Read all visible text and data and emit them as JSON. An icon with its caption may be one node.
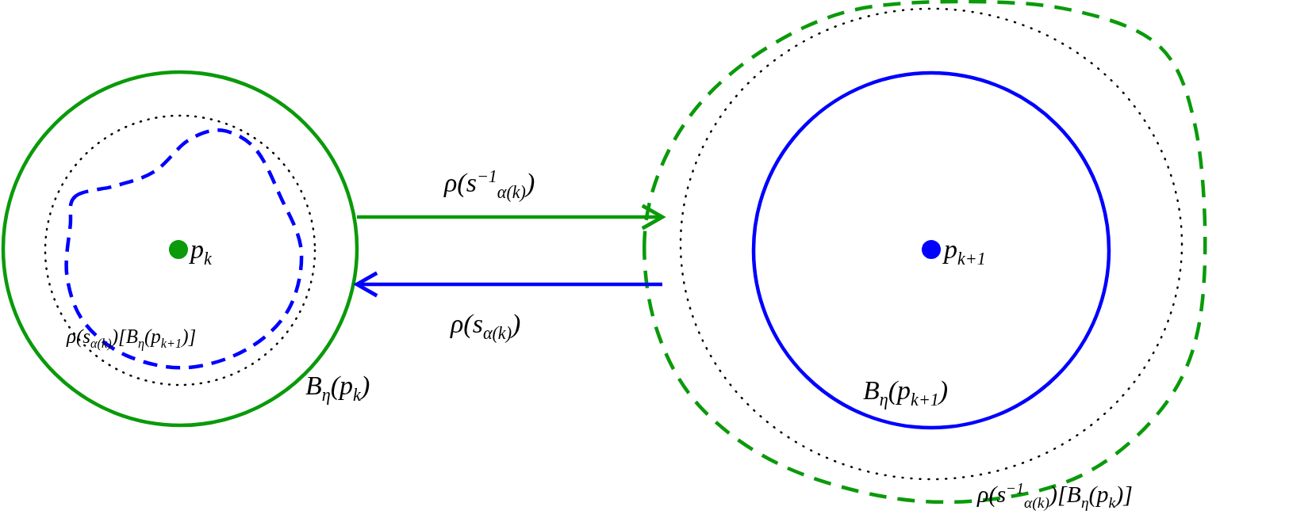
{
  "diagram": {
    "nodes": [
      {
        "text": [
          "B$_{η}$(p$_{k}$)"
        ]
      },
      {
        "text": [],
        "shape": "circle",
        "in": 0
      },
      {
        "text": [
          "ρ(s$_{α(k)}$)[B$_{η}$(p$_{k+1}$)]"
        ],
        "in": 1
      },
      {
        "text": [
          "p$_{k}$"
        ],
        "in": 2
      },
      {
        "text": [
          "ρ(s$^{−1}$$_{α(k)}$)[B$_{η}$(p$_{k}$)]"
        ]
      },
      {
        "text": [],
        "shape": "circle",
        "in": 4
      },
      {
        "text": [
          "B$_{η}$(p$_{k+1}$)"
        ],
        "in": 5
      },
      {
        "text": [
          "p$_{k+1}$"
        ],
        "in": 6
      }
    ],
    "edges": [
      {
        "from": 0,
        "to": 4,
        "arrow": "to",
        "label": "ρ(s$^{−1}$$_{α(k)}$)",
        "color": "#0a9a0a"
      },
      {
        "from": 4,
        "to": 0,
        "arrow": "to",
        "label": "ρ(s$_{α(k)}$)",
        "color": "#0000ff"
      }
    ]
  }
}
